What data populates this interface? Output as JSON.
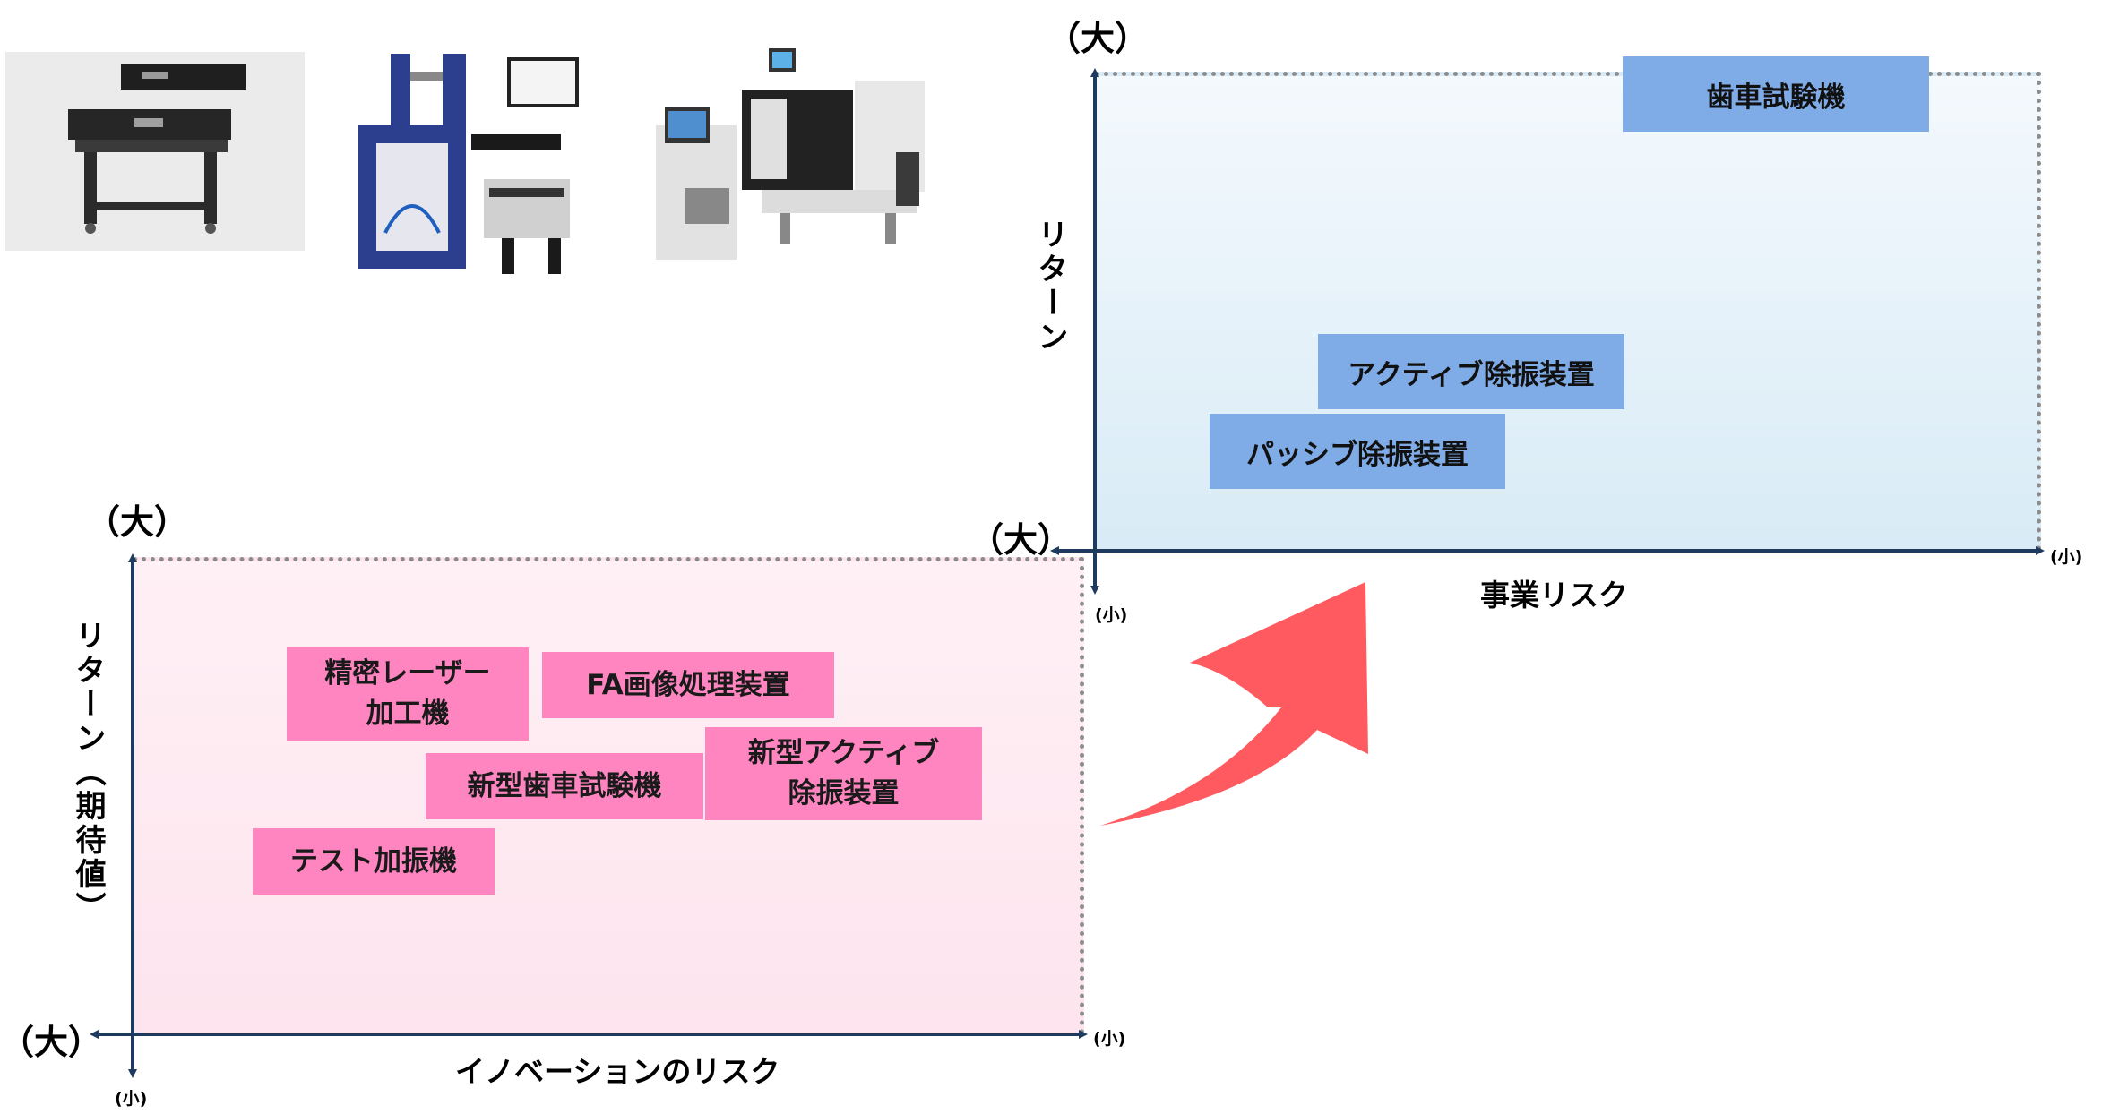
{
  "quadrant_current": {
    "y_axis_label": "リターン（期待値）",
    "x_axis_label": "イノベーションのリスク",
    "y_top_label": "（大）",
    "x_left_label": "（大）",
    "x_right_label": "(小)",
    "y_bottom_label": "(小)",
    "items": [
      {
        "label": "精密レーザー\n加工機"
      },
      {
        "label": "FA画像処理装置"
      },
      {
        "label": "新型歯車試験機"
      },
      {
        "label": "新型アクティブ\n除振装置"
      },
      {
        "label": "テスト加振機"
      }
    ],
    "fill_color": "#fde4ee"
  },
  "quadrant_future": {
    "y_axis_label": "リターン",
    "x_axis_label": "事業リスク",
    "y_top_label": "（大）",
    "x_left_label": "（大）",
    "x_right_label": "(小)",
    "y_bottom_label": "(小)",
    "items": [
      {
        "label": "歯車試験機"
      },
      {
        "label": "アクティブ除振装置"
      },
      {
        "label": "パッシブ除振装置"
      }
    ],
    "fill_color": "#e3f0f9"
  },
  "colors": {
    "pink": "#ff85c0",
    "blue": "#7fabe6",
    "arrow": "#ff5a5f",
    "axis": "#1f3a5f"
  },
  "photos": [
    {
      "name": "vibration-isolation-table-photo"
    },
    {
      "name": "gear-testing-machine-photo"
    },
    {
      "name": "laser-processing-machine-photo"
    }
  ]
}
